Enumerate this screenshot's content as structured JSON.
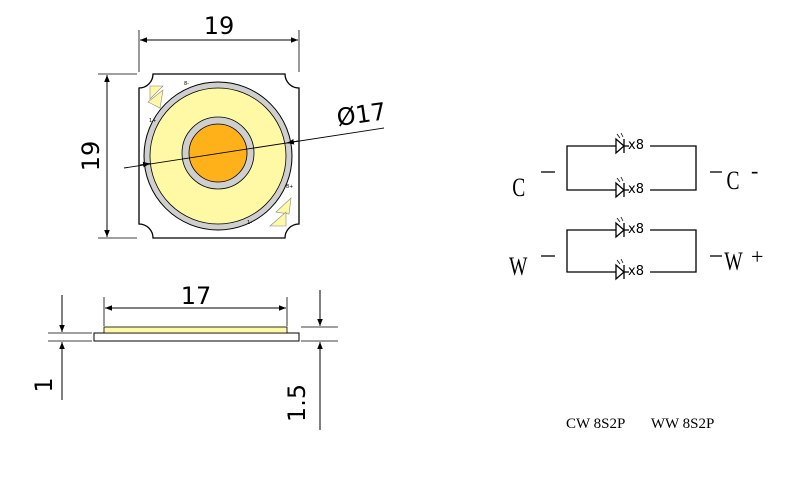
{
  "top_view": {
    "width_label": "19",
    "height_label": "19",
    "diameter_label": "Ø17",
    "pad_marks": [
      "8-",
      "1+",
      "8+",
      "1-"
    ]
  },
  "side_view": {
    "length_label": "17",
    "thickness_label": "1",
    "height_label": "1.5"
  },
  "circuit": {
    "cw_left_label": "C",
    "cw_left_sign": "-",
    "cw_right_label": "C",
    "cw_right_sign": "-",
    "ww_left_label": "W",
    "ww_left_sign": "-",
    "ww_right_label": "W",
    "ww_right_sign": "+",
    "led_count": "x8"
  },
  "caption": {
    "cw": "CW 8S2P",
    "ww": "WW 8S2P"
  },
  "colors": {
    "yellow_phosphor": "#FFF9A6",
    "warm_phosphor": "#FFB11A",
    "ring_gray": "#CFCFCF",
    "body_fill": "#FFFFFF"
  }
}
